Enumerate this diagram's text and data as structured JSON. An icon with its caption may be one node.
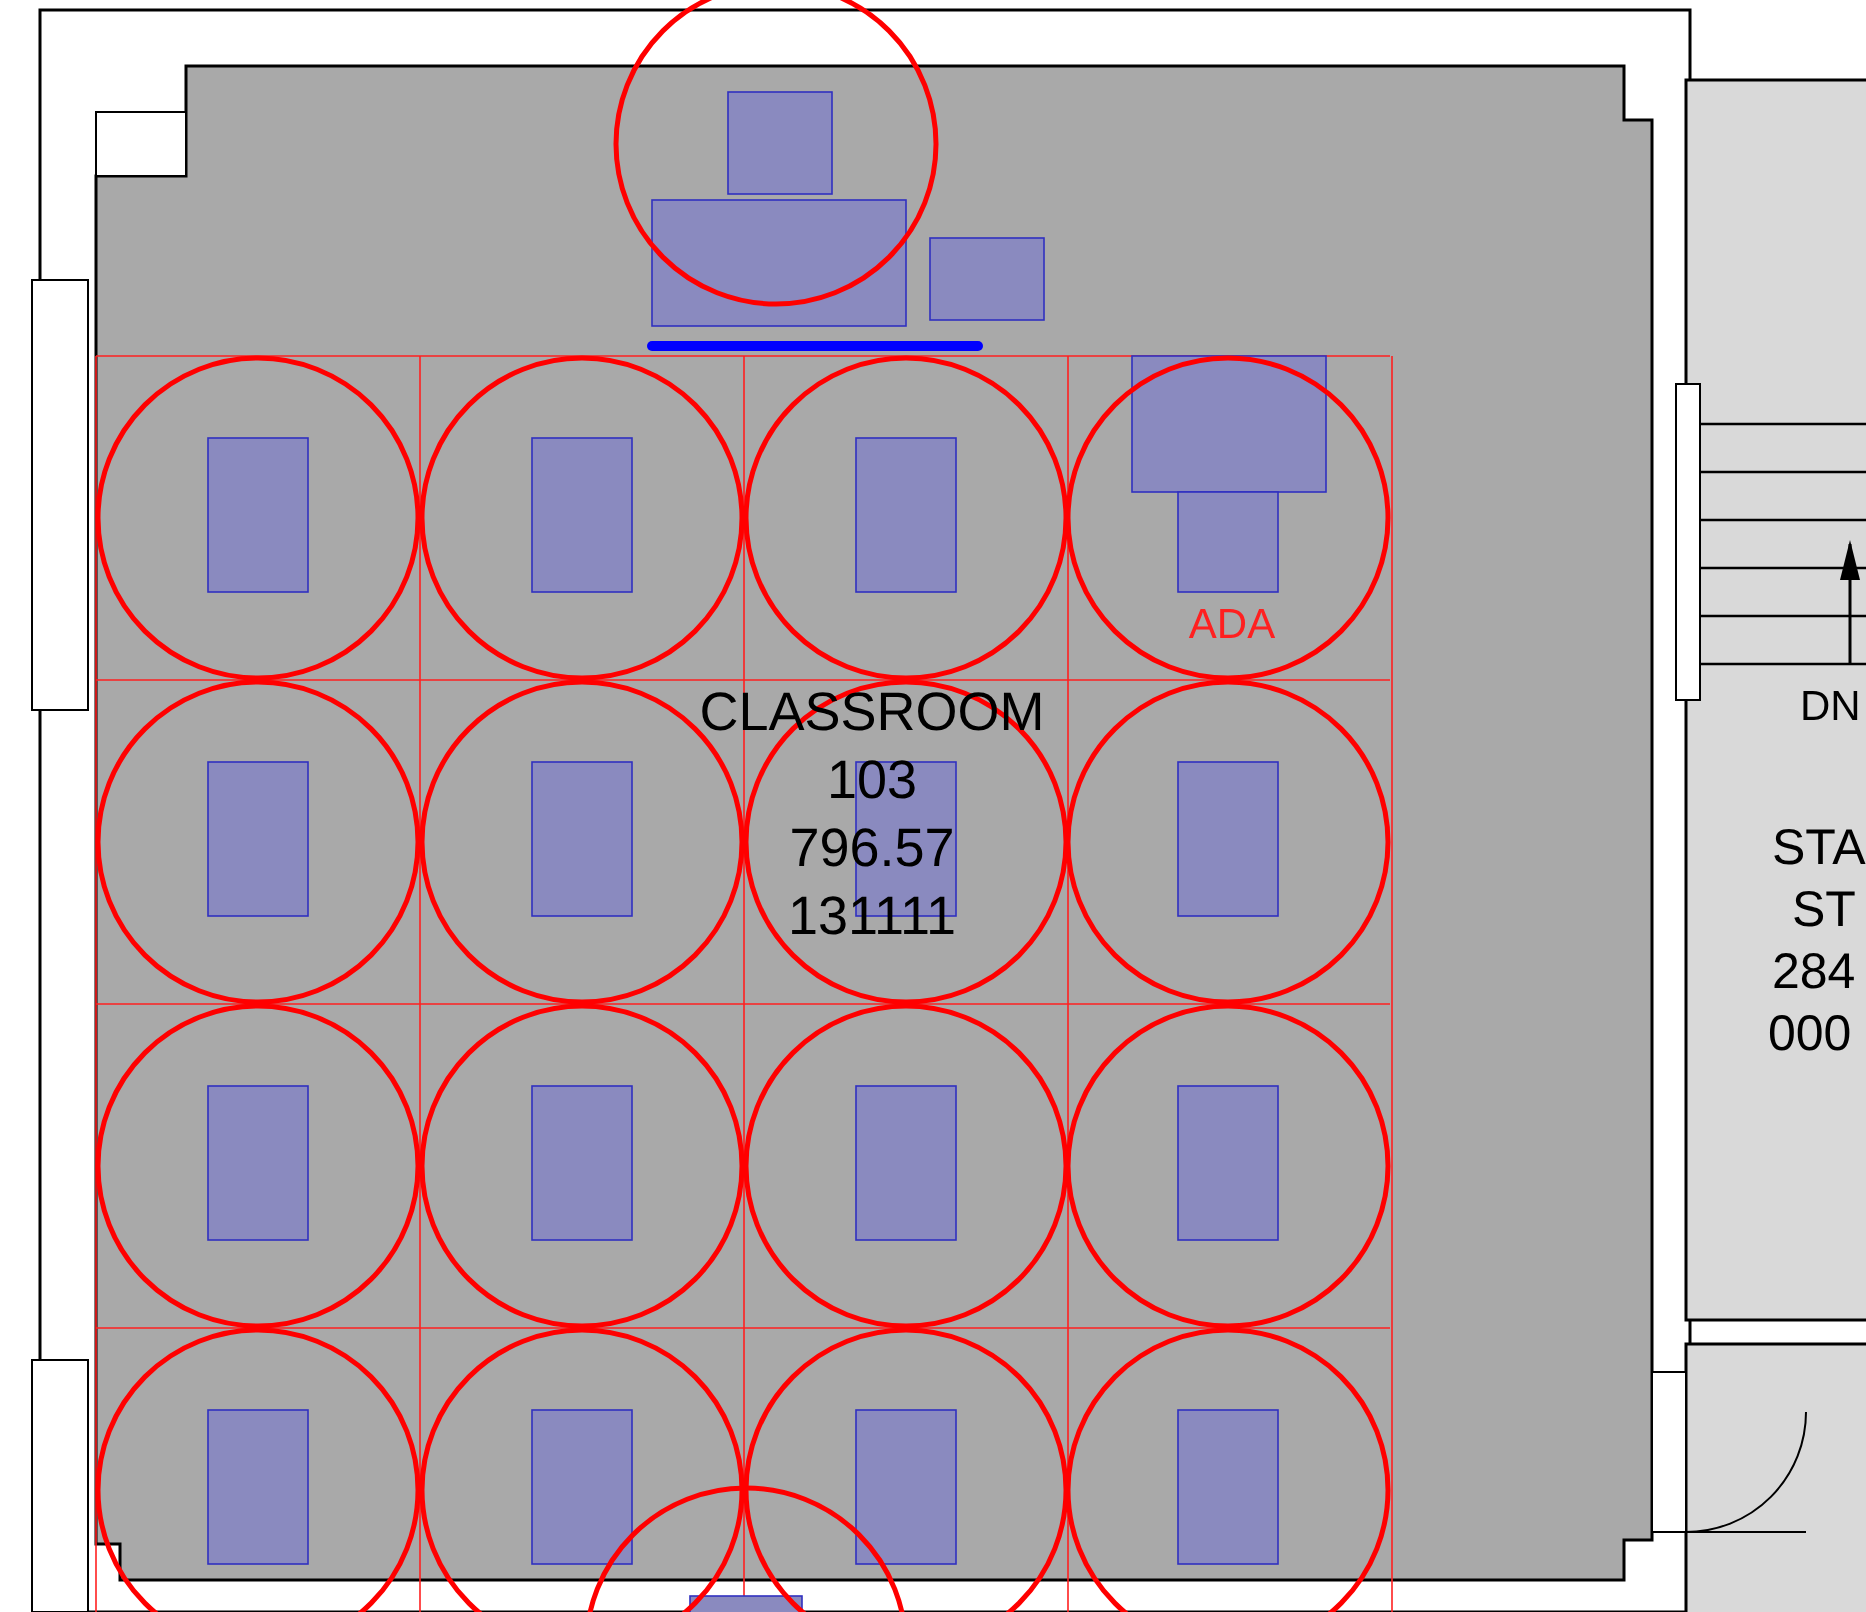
{
  "diagram": {
    "labels": [
      "ADA",
      "CLASSROOM",
      "103",
      "796.57",
      "131111",
      "DN",
      "STA",
      "ST",
      "284",
      "000"
    ]
  }
}
